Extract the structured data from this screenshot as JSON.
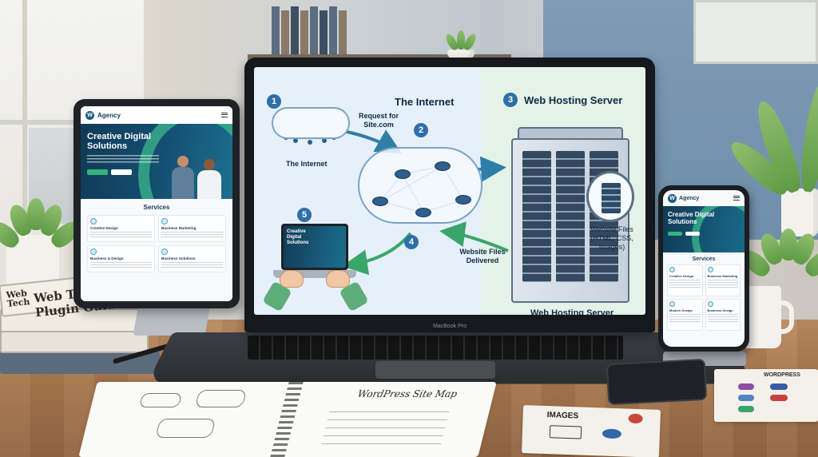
{
  "tablet": {
    "brand": "Agency",
    "hero_title": "Creative Digital Solutions",
    "services_title": "Services",
    "services": [
      {
        "title": "Creative Design"
      },
      {
        "title": "Business Marketing"
      },
      {
        "title": "Business & Design"
      },
      {
        "title": "Business Solutions"
      }
    ]
  },
  "diagram": {
    "steps": [
      "1",
      "2",
      "3",
      "4",
      "5"
    ],
    "internet_heading": "The Internet",
    "server_heading": "Web Hosting Server",
    "cloud_label": "The Internet",
    "request_label": "Request for Site.com",
    "files_label": "Website Files (HTML, CSS, Images)",
    "delivered_label": "Website Files Delivered",
    "server_caption": "Web Hosting Server",
    "mini_site_title": "Creative Digital Solutions",
    "colors": {
      "accent": "#2f6fa7",
      "arrow": "#2f7ea8",
      "green_arrow": "#3aa56a"
    }
  },
  "laptop": {
    "brand": "MacBook Pro"
  },
  "phone": {
    "brand": "Agency",
    "hero_title": "Creative Digital Solutions",
    "services_title": "Services",
    "services": [
      {
        "title": "Creative Design"
      },
      {
        "title": "Business Marketing"
      },
      {
        "title": "Modern Design"
      },
      {
        "title": "Business Design"
      }
    ]
  },
  "desk": {
    "book_title": "Web Tech Plugin Guide",
    "book_side": "Web Tech",
    "notebook_title": "WordPress Site Map",
    "card_left": "IMAGES",
    "card_right": "WORDPRESS"
  }
}
